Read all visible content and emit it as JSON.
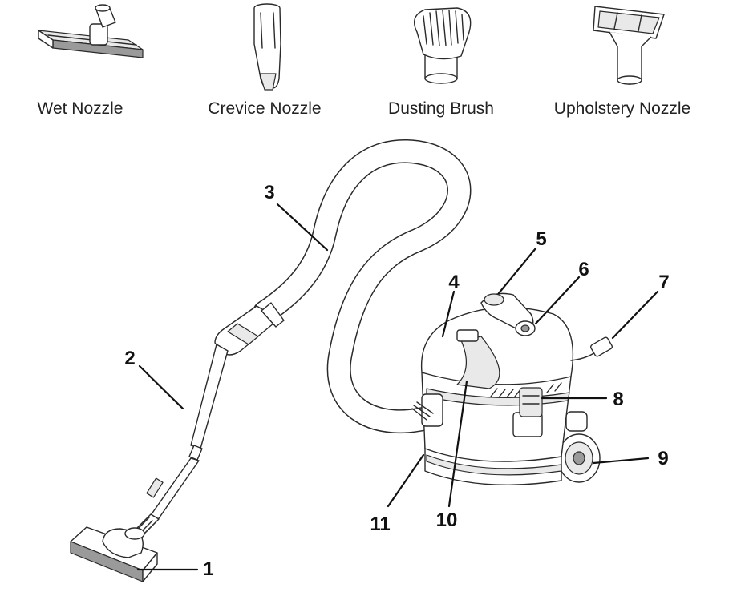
{
  "accessories": [
    {
      "id": "wet-nozzle",
      "label": "Wet Nozzle"
    },
    {
      "id": "crevice-nozzle",
      "label": "Crevice Nozzle"
    },
    {
      "id": "dusting-brush",
      "label": "Dusting Brush"
    },
    {
      "id": "upholstery-nozzle",
      "label": "Upholstery Nozzle"
    }
  ],
  "callouts": [
    "1",
    "2",
    "3",
    "4",
    "5",
    "6",
    "7",
    "8",
    "9",
    "10",
    "11"
  ]
}
